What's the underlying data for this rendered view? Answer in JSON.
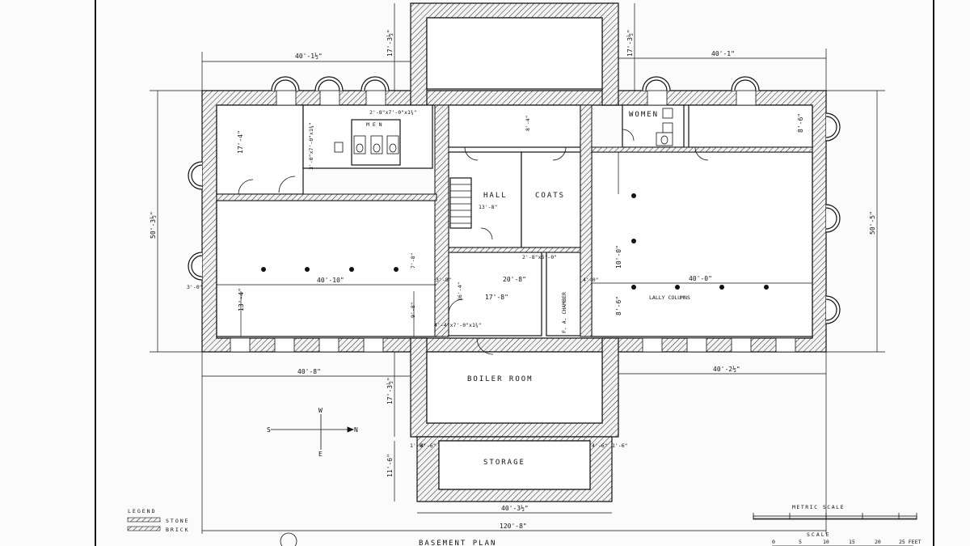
{
  "plan": {
    "title": "BASEMENT  PLAN",
    "rooms": {
      "hall": "HALL",
      "coats": "COATS",
      "men": "M E N",
      "women": "WOMEN",
      "boiler": "BOILER ROOM",
      "storage": "STORAGE",
      "fa_chamber": "F. A. CHAMBER",
      "lally": "LALLY COLUMNS"
    },
    "dimensions": {
      "top_left": "40'-1½\"",
      "top_right": "40'-1\"",
      "bottom_left": "40'-8\"",
      "bottom_right": "40'-2½\"",
      "bottom_center": "40'-3½\"",
      "overall": "120'-8\"",
      "left_height": "50'-3½\"",
      "right_height": "50'-5\"",
      "north_wing": "17'-3½\"",
      "north_wing_b": "17'-3½\"",
      "south_wing": "17'-3½\"",
      "south_small": "11'-6\"",
      "left_room_w": "40'-10\"",
      "right_room_w": "40'-0\"",
      "center_room_w": "20'-8\"",
      "center_room_b": "17'-8\"",
      "hall_w": "13'-8\"",
      "left_room_h": "13'-4\"",
      "left_top_h": "17'-4\"",
      "right_top_h": "8'-6\"",
      "right_mid": "10'-0\"",
      "right_low": "8'-6\"",
      "d_3_0": "3'-0\"",
      "d_1_6": "1'-6\"",
      "d_4_6": "4'-6\"",
      "d_3_8": "3'-8\"",
      "d_4_0": "4'-0\"",
      "d_16_4": "16'-4\"",
      "d_9_8": "9'-8\"",
      "d_7_8": "7'-8\"",
      "d_8_4": "8'-4\"",
      "door1": "3'-0\"x7'-0\"x1¾\"",
      "door2": "2'-8\"x7'-0\"x1¾\"",
      "door3": "4'-4\"x7'-0\"x1¾\"",
      "door4": "2'-8\"x6'-0\""
    },
    "compass": {
      "w": "W",
      "s": "S",
      "n": "N",
      "e": "E"
    },
    "legend": {
      "heading": "LEGEND",
      "stone": "STONE",
      "brick": "BRICK"
    },
    "scales": {
      "metric": "METRIC SCALE",
      "scale": "SCALE",
      "ticks": [
        "0",
        "5",
        "10",
        "15",
        "20",
        "25 FEET"
      ]
    }
  }
}
